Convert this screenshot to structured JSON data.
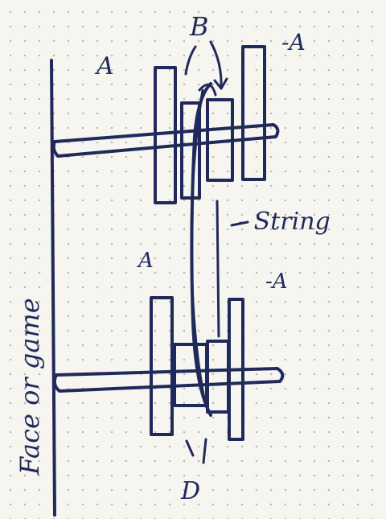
{
  "labels": {
    "a_top_left": "A",
    "b_top": "B",
    "a_top_right": "-A",
    "string": "- String",
    "a_middle_left": "A",
    "a_middle_right": "-A",
    "d_bottom": "D",
    "side": "Face or game"
  },
  "colors": {
    "ink": "#1f2a5a",
    "paper": "#f7f5f0",
    "grid": "#b9b9b9"
  }
}
